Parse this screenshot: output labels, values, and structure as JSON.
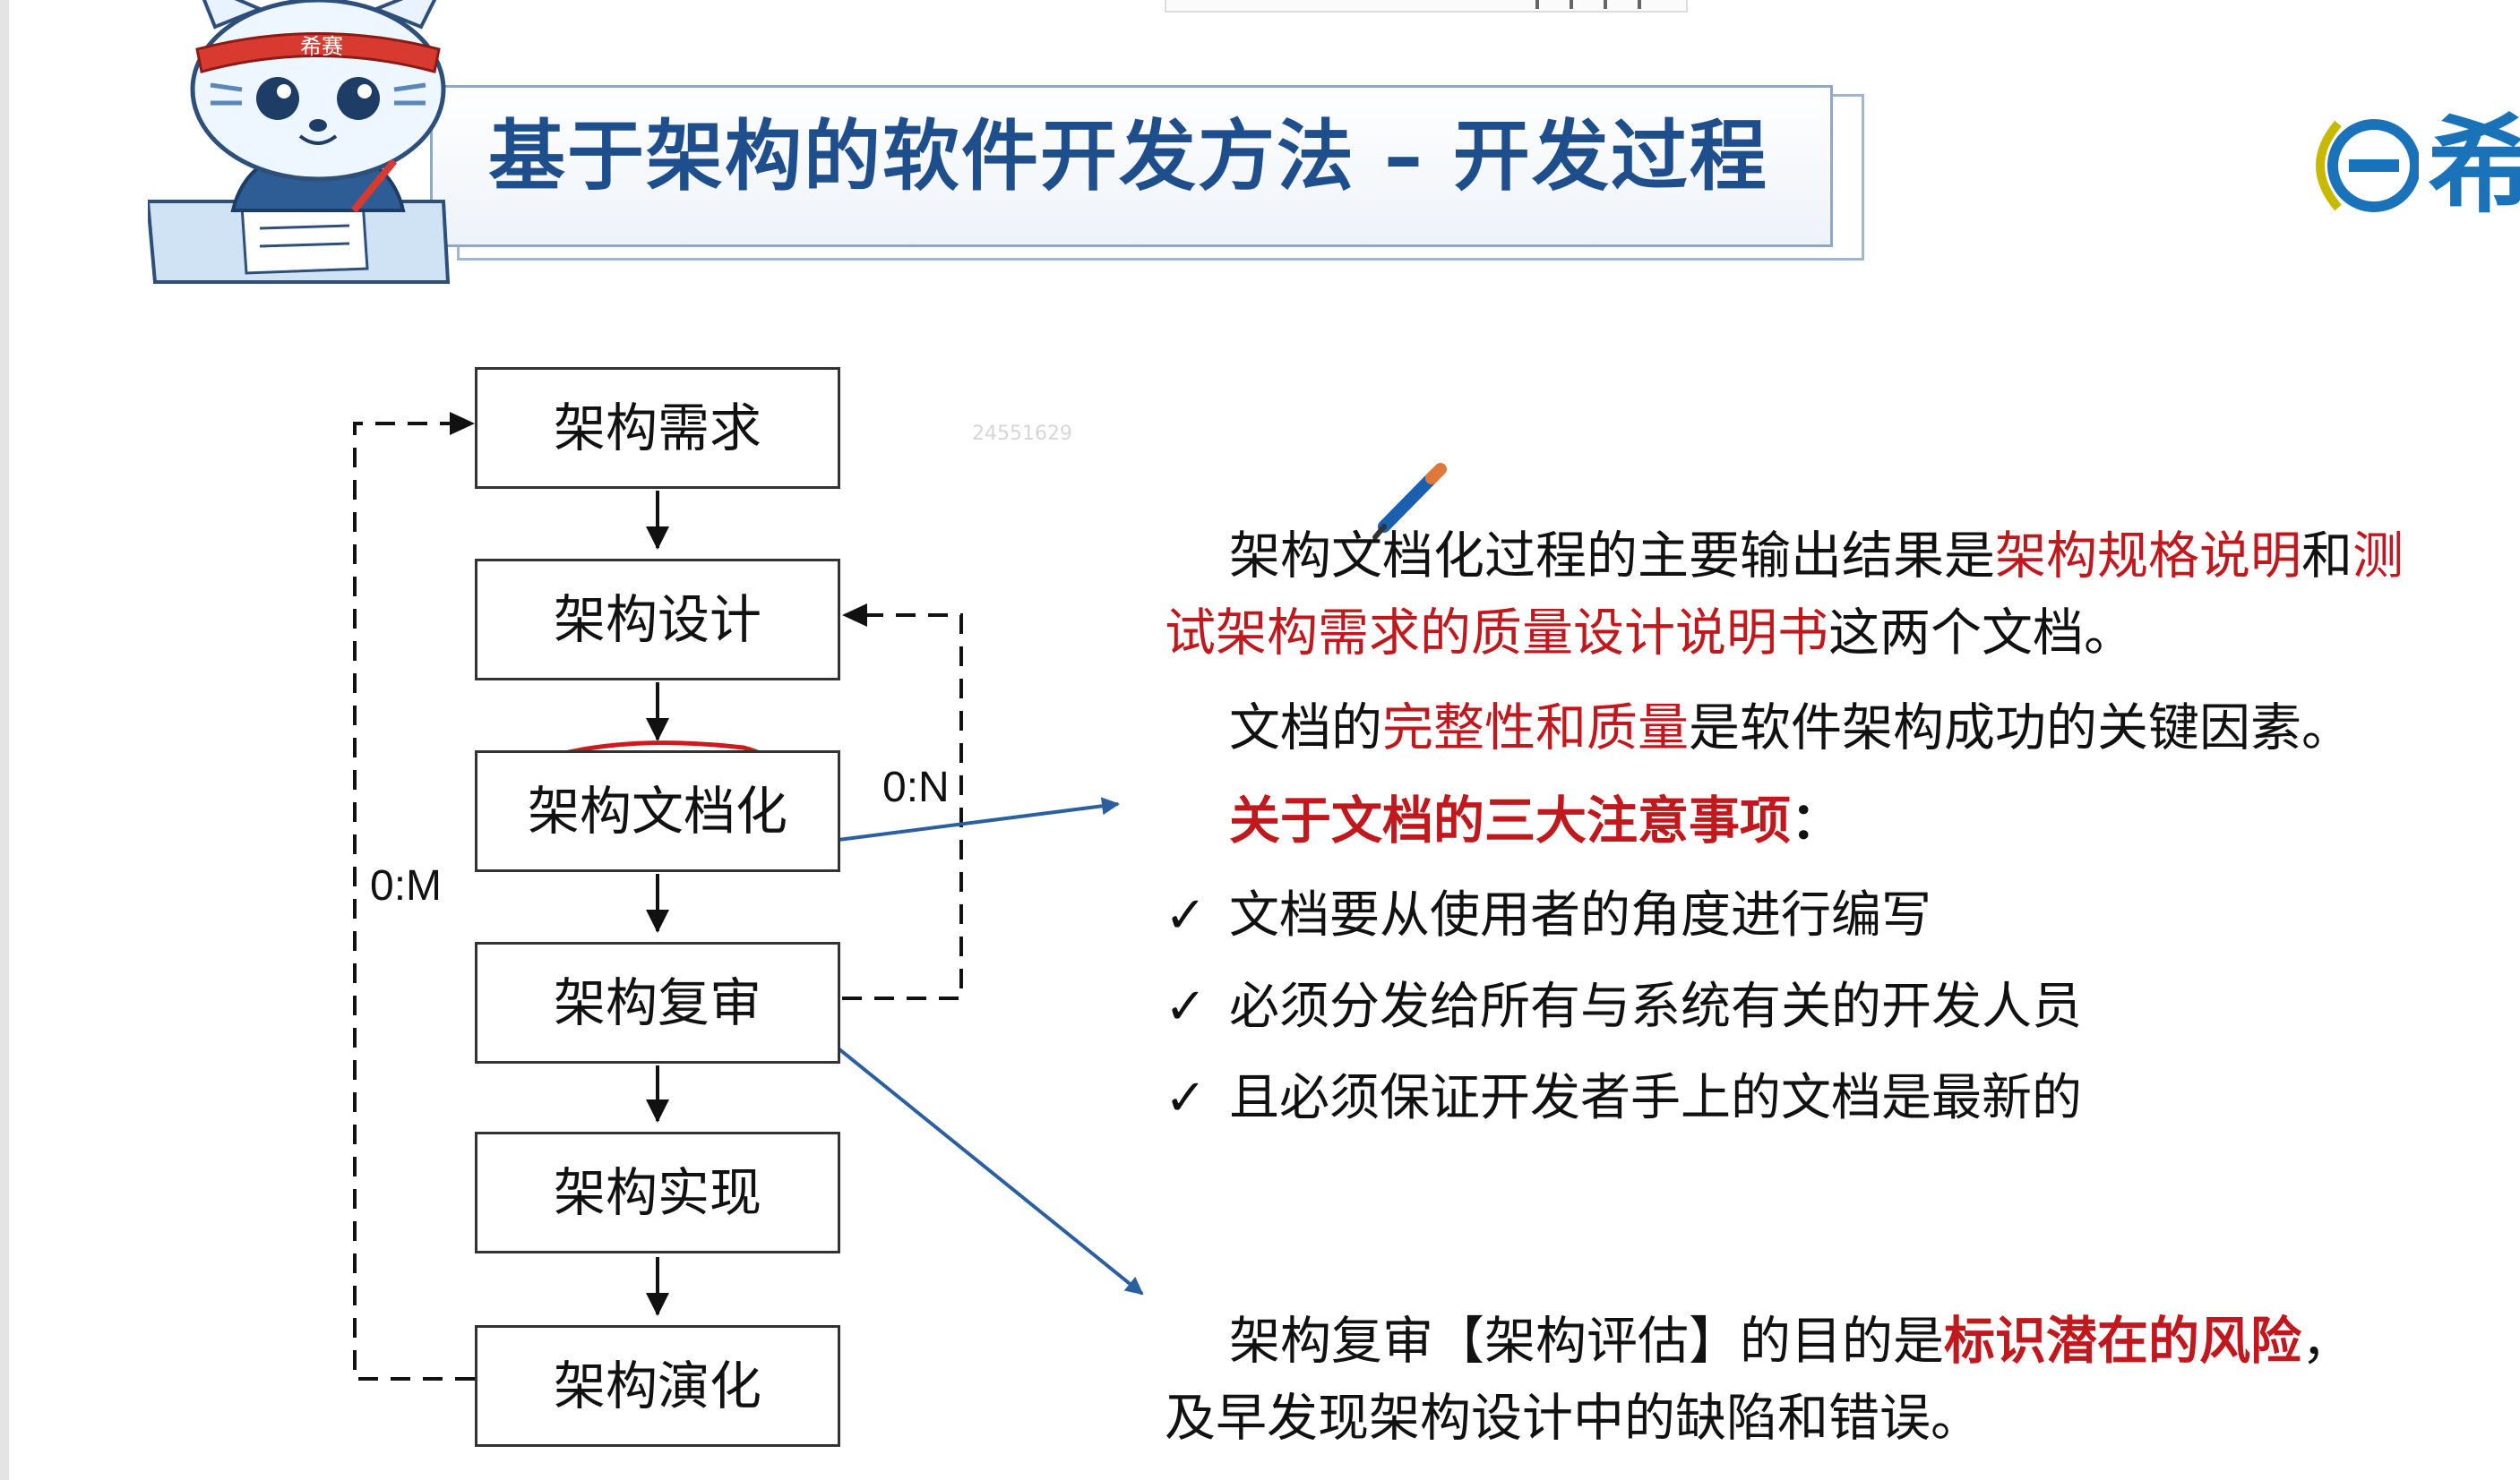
{
  "title": "基于架构的软件开发方法 – 开发过程",
  "mascot": {
    "headband_text": "希赛"
  },
  "brand": {
    "text": "希"
  },
  "watermark": "24551629",
  "flow": {
    "nodes": [
      "架构需求",
      "架构设计",
      "架构文档化",
      "架构复审",
      "架构实现",
      "架构演化"
    ],
    "loop_labels": {
      "review_to_design": "0:N",
      "evolution_to_requirements": "0:M"
    }
  },
  "doc_paragraph": {
    "seg1": "架构文档化过程的主要输出结果是",
    "seg2": "架构规格说明",
    "seg3": "和",
    "seg4": "测试架构需求的质量设计说明书",
    "seg5": "这两个文档。"
  },
  "quality_paragraph": {
    "seg1": "文档的",
    "seg2": "完整性和质量",
    "seg3": "是软件架构成功的关键因素。"
  },
  "notes_heading": {
    "text": "关于文档的三大注意事项",
    "colon": "："
  },
  "checklist": {
    "mark": "✓",
    "items": [
      "文档要从使用者的角度进行编写",
      "必须分发给所有与系统有关的开发人员",
      "且必须保证开发者手上的文档是最新的"
    ]
  },
  "review_paragraph": {
    "seg1": "架构复审【架构评估】的目的是",
    "seg2": "标识潜在的风险",
    "seg3": "，及早发现架构设计中的缺陷和错误。"
  },
  "colors": {
    "title": "#1f4e8c",
    "highlight": "#c0181c",
    "arrow": "#2a5fa0",
    "annotation": "#d0191c"
  }
}
